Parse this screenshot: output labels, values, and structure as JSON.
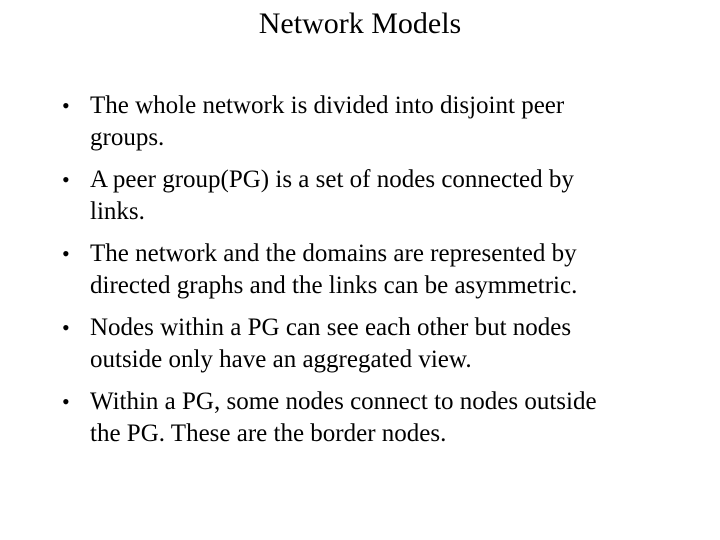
{
  "slide": {
    "title": "Network Models",
    "bullet_char": "•",
    "bullets": [
      {
        "lines": [
          "The whole network is divided into disjoint peer",
          "groups."
        ]
      },
      {
        "lines": [
          "A peer group(PG) is a set of nodes connected by",
          "links."
        ]
      },
      {
        "lines": [
          "The network and the domains are represented by",
          "directed graphs and the links can be asymmetric."
        ]
      },
      {
        "lines": [
          "Nodes within a PG can see each other but nodes",
          "outside only have an aggregated view."
        ]
      },
      {
        "lines": [
          "Within a PG, some nodes connect to nodes outside",
          "the PG. These are the border nodes."
        ]
      }
    ],
    "colors": {
      "background": "#ffffff",
      "text": "#000000"
    }
  }
}
